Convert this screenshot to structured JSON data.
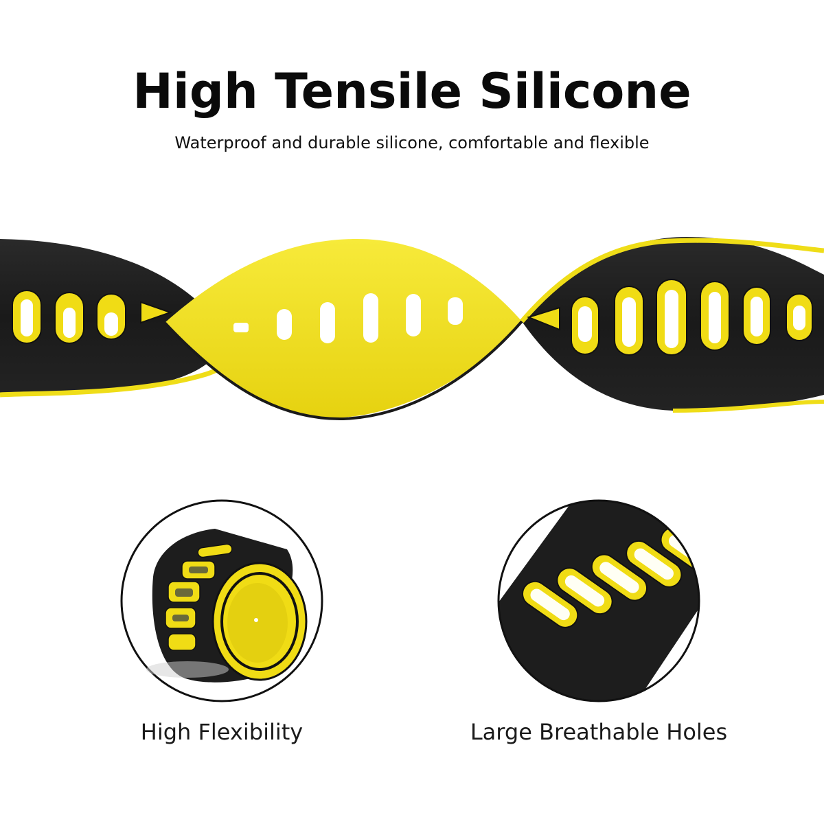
{
  "header": {
    "title": "High Tensile Silicone",
    "subtitle": "Waterproof and durable silicone, comfortable and flexible"
  },
  "colors": {
    "yellow": "#f2e21a",
    "black": "#1c1c1c",
    "text": "#0a0a0a",
    "background": "#ffffff"
  },
  "hero_image": {
    "icon": "twisted-watch-band-image"
  },
  "features": [
    {
      "label": "High Flexibility",
      "icon": "rolled-band-image"
    },
    {
      "label": "Large Breathable Holes",
      "icon": "band-holes-closeup-image"
    }
  ]
}
